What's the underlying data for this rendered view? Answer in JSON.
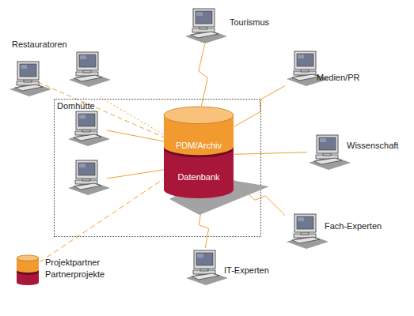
{
  "diagram": {
    "nodes": [
      {
        "text": [
          "Tourismus"
        ]
      },
      {
        "text": [
          "Restauratoren"
        ]
      },
      {
        "text": [
          "Medien/PR"
        ]
      },
      {
        "text": [
          "Domhütte"
        ]
      },
      {
        "text": [
          "PDM/Archiv",
          "Datenbank"
        ],
        "in": 3
      },
      {
        "text": [
          "Wissenschaft"
        ]
      },
      {
        "text": [
          "Fach-Experten"
        ]
      },
      {
        "text": [
          "Projektpartner",
          "Partnerprojekte"
        ]
      },
      {
        "text": [
          "IT-Experten"
        ]
      }
    ],
    "edges": [
      {
        "from": 4,
        "to": 0,
        "arrow": "none"
      },
      {
        "from": 1,
        "to": 4,
        "arrow": "none"
      },
      {
        "from": 4,
        "to": 2,
        "arrow": "none"
      },
      {
        "from": 4,
        "to": 5,
        "arrow": "none"
      },
      {
        "from": 4,
        "to": 6,
        "arrow": "none"
      },
      {
        "from": 7,
        "to": 4,
        "arrow": "none"
      },
      {
        "from": 4,
        "to": 8,
        "arrow": "none"
      }
    ]
  }
}
